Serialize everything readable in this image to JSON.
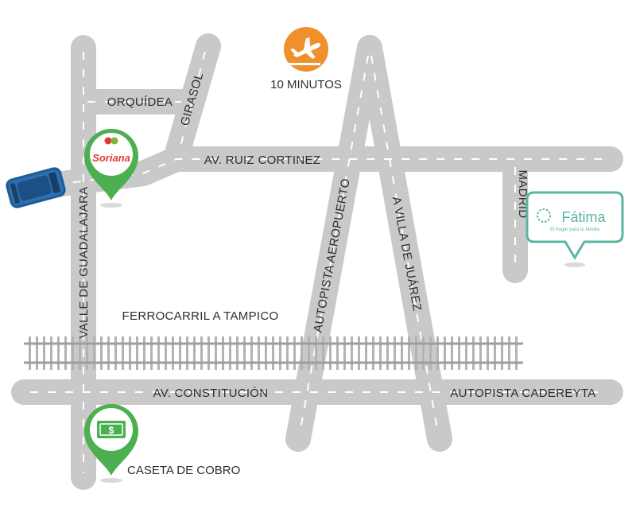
{
  "map": {
    "airport": {
      "label": "10 MINUTOS",
      "icon": "airplane-takeoff-icon",
      "color": "#f0902c"
    },
    "streets": {
      "orquidea": "ORQUÍDEA",
      "girasol": "GIRASOL",
      "ruiz_cortinez": "AV. RUIZ CORTINEZ",
      "madrid": "MADRID",
      "valle_guadalajara": "VALLE DE GUADALAJARA",
      "autopista_aeropuerto": "AUTOPISTA AEROPUERTO",
      "villa_juarez": "A VILLA DE JUÁREZ",
      "ferrocarril": "FERROCARRIL A TAMPICO",
      "constitucion": "AV. CONSTITUCIÓN",
      "cadereyta": "AUTOPISTA CADEREYTA"
    },
    "pins": {
      "soriana": {
        "logo": "Soriana",
        "icon": "soriana-logo-icon",
        "color": "#4caf50"
      },
      "caseta": {
        "label": "CASETA DE COBRO",
        "icon": "money-bill-icon",
        "color": "#4caf50"
      },
      "fatima": {
        "name": "Fátima",
        "tagline": "El hogar para tu familia",
        "icon": "fatima-logo-icon",
        "color": "#5ab5a4"
      }
    },
    "vehicle": {
      "icon": "car-icon",
      "color": "#2d6fb0"
    },
    "colors": {
      "road": "#c9c9c9",
      "rail": "#a9a9a9",
      "text": "#2e2e2e"
    }
  }
}
